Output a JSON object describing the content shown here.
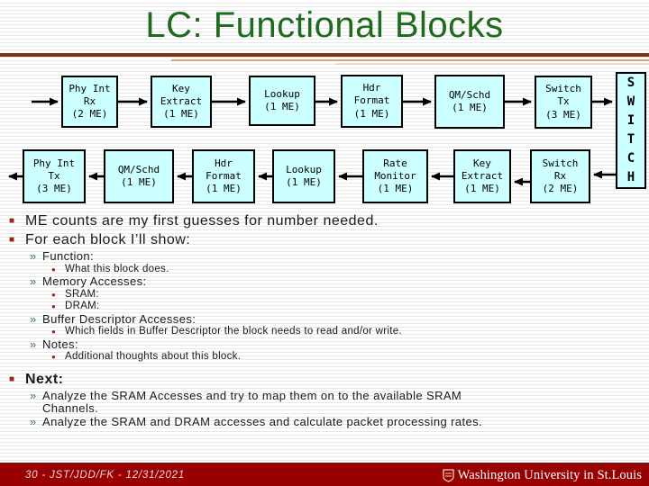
{
  "title": "LC: Functional Blocks",
  "diagram": {
    "top": [
      {
        "label": "Phy Int\nRx\n(2 ME)"
      },
      {
        "label": "Key\nExtract\n(1 ME)"
      },
      {
        "label": "Lookup\n(1 ME)"
      },
      {
        "label": "Hdr\nFormat\n(1 ME)"
      },
      {
        "label": "QM/Schd\n(1 ME)"
      },
      {
        "label": "Switch\nTx\n(3 ME)"
      }
    ],
    "switch": {
      "label": "S\nW\nI\nT\nC\nH"
    },
    "bottom": [
      {
        "label": "Phy Int\nTx\n(3 ME)"
      },
      {
        "label": "QM/Schd\n(1 ME)"
      },
      {
        "label": "Hdr\nFormat\n(1 ME)"
      },
      {
        "label": "Lookup\n(1 ME)"
      },
      {
        "label": "Rate\nMonitor\n(1 ME)"
      },
      {
        "label": "Key\nExtract\n(1 ME)"
      },
      {
        "label": "Switch\nRx\n(2 ME)"
      }
    ],
    "top_flow": "left-to-right",
    "bottom_flow": "right-to-left"
  },
  "icons": {
    "level1_square": "■",
    "level2_chevron": "»",
    "level3_dot": "●"
  },
  "bullets": {
    "item1": "ME counts are my first guesses for number needed.",
    "item2": "For each block I’ll show:",
    "function": "Function:",
    "function_detail": "What this block does.",
    "memory": "Memory Accesses:",
    "sram": "SRAM:",
    "dram": "DRAM:",
    "buffer": "Buffer Descriptor Accesses:",
    "buffer_detail": "Which fields in Buffer Descriptor the block needs to read and/or write.",
    "notes": "Notes:",
    "notes_detail": "Additional thoughts about this block.",
    "next_label": "Next:",
    "next1": "Analyze the SRAM Accesses and try to map them on to the available SRAM Channels.",
    "next2": "Analyze the SRAM and DRAM accesses and calculate packet processing rates."
  },
  "footer": {
    "page_info": "30 - JST/JDD/FK - 12/31/2021",
    "brand": "Washington University in St.Louis"
  },
  "colors": {
    "title_green": "#1e6b1e",
    "rule_red": "#813112",
    "box_fill": "#ccffff",
    "footer_red": "#990000",
    "bullet_red": "#922b09",
    "chevron_green": "#3e7d3e"
  }
}
